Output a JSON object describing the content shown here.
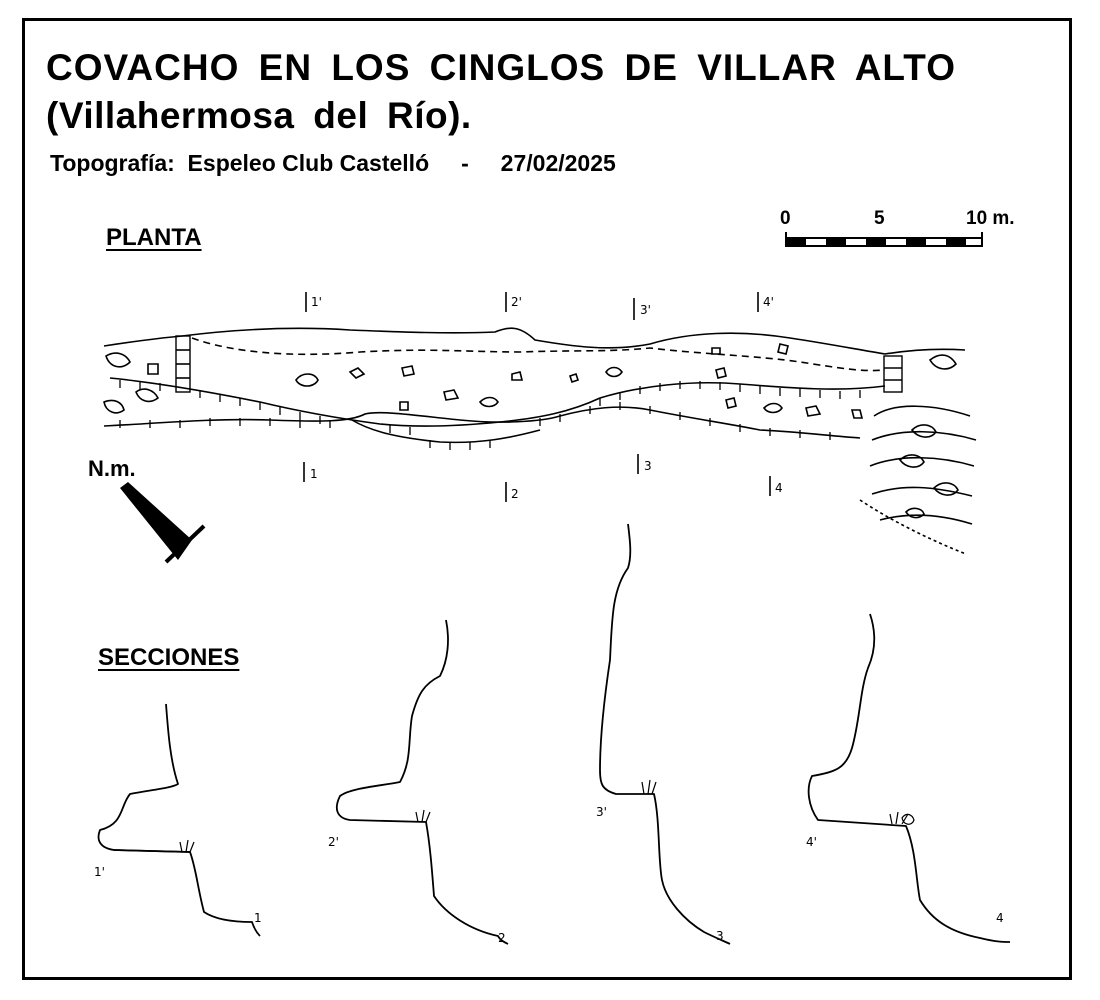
{
  "header": {
    "title": "COVACHO EN LOS CINGLOS DE VILLAR ALTO",
    "subtitle": "(Villahermosa del Río).",
    "credit": "Topografía:  Espeleo Club Castelló     -     27/02/2025"
  },
  "plan": {
    "label": "PLANTA",
    "section_marks": [
      "1'",
      "2'",
      "3'",
      "4'",
      "1",
      "2",
      "3",
      "4"
    ]
  },
  "scale_bar": {
    "ticks": [
      "0",
      "5",
      "10 m."
    ]
  },
  "north": {
    "label": "N.m."
  },
  "sections": {
    "label": "SECCIONES",
    "marks": [
      "1'",
      "1",
      "2'",
      "2",
      "3'",
      "3",
      "4'",
      "4"
    ]
  }
}
